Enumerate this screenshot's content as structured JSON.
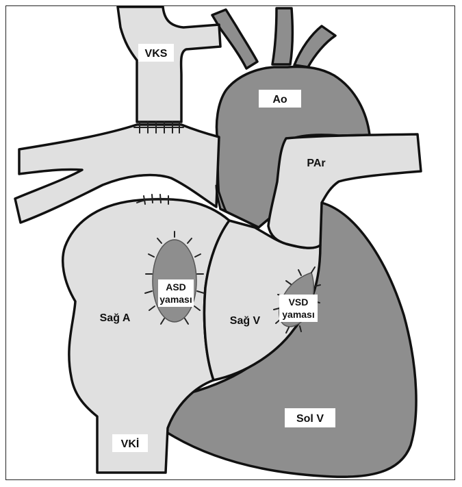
{
  "labels": {
    "vks": "VKS",
    "ao": "Ao",
    "par": "PAr",
    "asd_line1": "ASD",
    "asd_line2": "yaması",
    "vsd_line1": "VSD",
    "vsd_line2": "yaması",
    "sag_a": "Sağ A",
    "sag_v": "Sağ V",
    "sol_v": "Sol V",
    "vki": "VKİ"
  },
  "colors": {
    "light": "#e0e0e0",
    "dark": "#8e8e8e",
    "outline": "#111111"
  }
}
